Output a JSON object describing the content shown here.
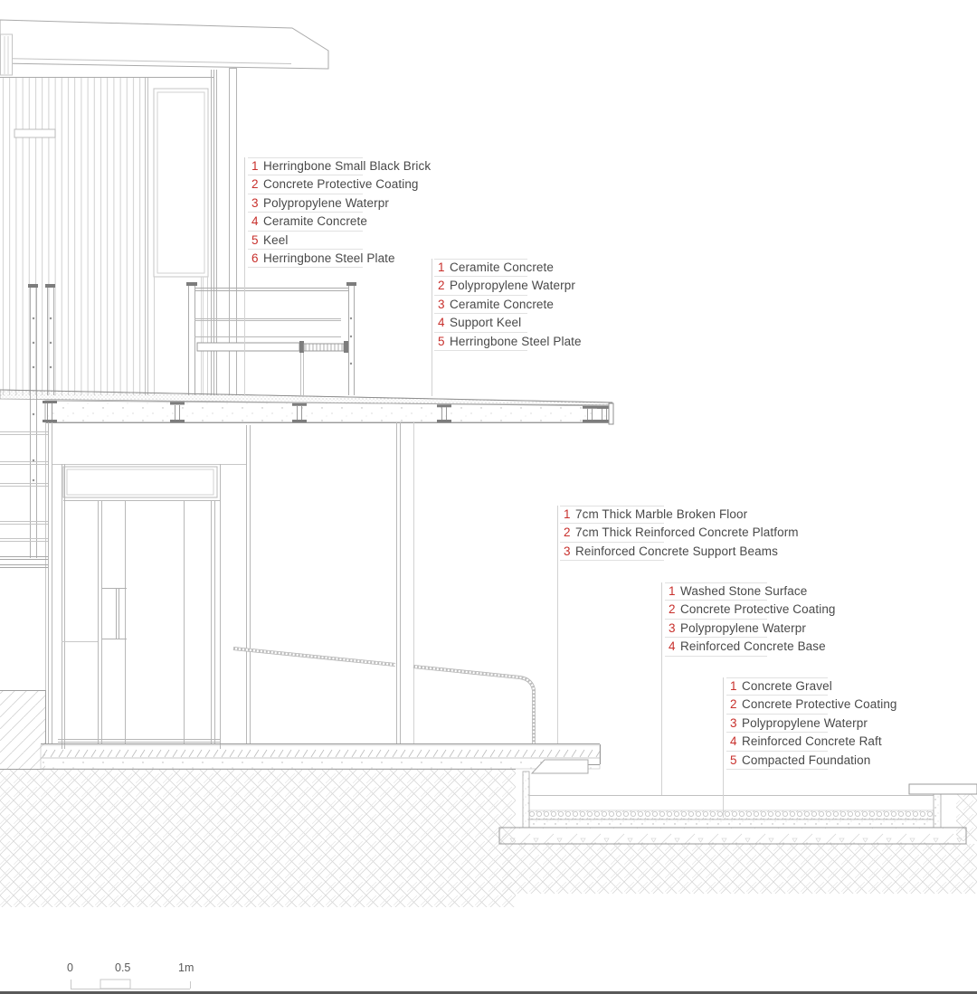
{
  "document": {
    "type": "architectural-wall-section-detail"
  },
  "annotation_lists": [
    {
      "id": "upper-wall-deck-assembly",
      "items": [
        {
          "num": "1",
          "label": "Herringbone Small Black Brick"
        },
        {
          "num": "2",
          "label": "Concrete Protective Coating"
        },
        {
          "num": "3",
          "label": "Polypropylene Waterpr"
        },
        {
          "num": "4",
          "label": "Ceramite Concrete"
        },
        {
          "num": "5",
          "label": "Keel"
        },
        {
          "num": "6",
          "label": "Herringbone Steel Plate"
        }
      ]
    },
    {
      "id": "deck-slab-assembly",
      "items": [
        {
          "num": "1",
          "label": "Ceramite Concrete"
        },
        {
          "num": "2",
          "label": "Polypropylene Waterpr"
        },
        {
          "num": "3",
          "label": "Ceramite Concrete"
        },
        {
          "num": "4",
          "label": "Support Keel"
        },
        {
          "num": "5",
          "label": "Herringbone Steel Plate"
        }
      ]
    },
    {
      "id": "ground-floor-assembly",
      "items": [
        {
          "num": "1",
          "label": "7cm Thick Marble Broken Floor"
        },
        {
          "num": "2",
          "label": "7cm Thick Reinforced Concrete Platform"
        },
        {
          "num": "3",
          "label": "Reinforced Concrete Support Beams"
        }
      ]
    },
    {
      "id": "terrace-surface-assembly",
      "items": [
        {
          "num": "1",
          "label": "Washed Stone Surface"
        },
        {
          "num": "2",
          "label": "Concrete Protective Coating"
        },
        {
          "num": "3",
          "label": "Polypropylene Waterpr"
        },
        {
          "num": "4",
          "label": "Reinforced Concrete Base"
        }
      ]
    },
    {
      "id": "foundation-assembly",
      "items": [
        {
          "num": "1",
          "label": "Concrete Gravel"
        },
        {
          "num": "2",
          "label": "Concrete Protective Coating"
        },
        {
          "num": "3",
          "label": "Polypropylene Waterpr"
        },
        {
          "num": "4",
          "label": "Reinforced Concrete Raft"
        },
        {
          "num": "5",
          "label": "Compacted Foundation"
        }
      ]
    }
  ],
  "scale_bar": {
    "zero": "0",
    "half": "0.5",
    "one": "1m"
  },
  "colors": {
    "annotation_number": "#c8302c",
    "annotation_text": "#494949",
    "leader_line": "#d2d2d2",
    "drawing_line": "#b4b4b4",
    "dark_accent": "#7d7d7d"
  }
}
